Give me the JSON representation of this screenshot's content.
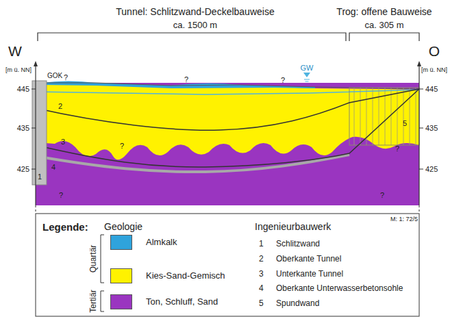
{
  "diagram": {
    "labels": [
      "Tunnel: Schlitzwand-Deckelbauweise",
      "ca. 1500 m",
      "Trog: offene Bauweise",
      "ca. 305 m",
      "W",
      "O",
      "[m ü. NN]",
      "[m ü. NN]",
      "445",
      "435",
      "425",
      "445",
      "435",
      "425",
      "GOK",
      "GW",
      "?",
      "?",
      "?",
      "?",
      "?",
      "?",
      "?",
      "1",
      "2",
      "3",
      "4",
      "5",
      "Legende:",
      "Geologie",
      "Quartär",
      "Tertiär",
      "Ingenieurbauwerk",
      "M: 1: 72/5",
      "1",
      "Schlitzwand",
      "2",
      "Oberkante Tunnel",
      "3",
      "Unterkante Tunnel",
      "4",
      "Oberkante Unterwasserbetonsohle",
      "5",
      "Spundwand"
    ],
    "legend": [
      {
        "text": "Almkalk",
        "color": "#2fa3dc"
      },
      {
        "text": "Kies-Sand-Gemisch",
        "color": "#fff200"
      },
      {
        "text": "Ton, Schluff, Sand",
        "color": "#9a35c0"
      }
    ]
  }
}
